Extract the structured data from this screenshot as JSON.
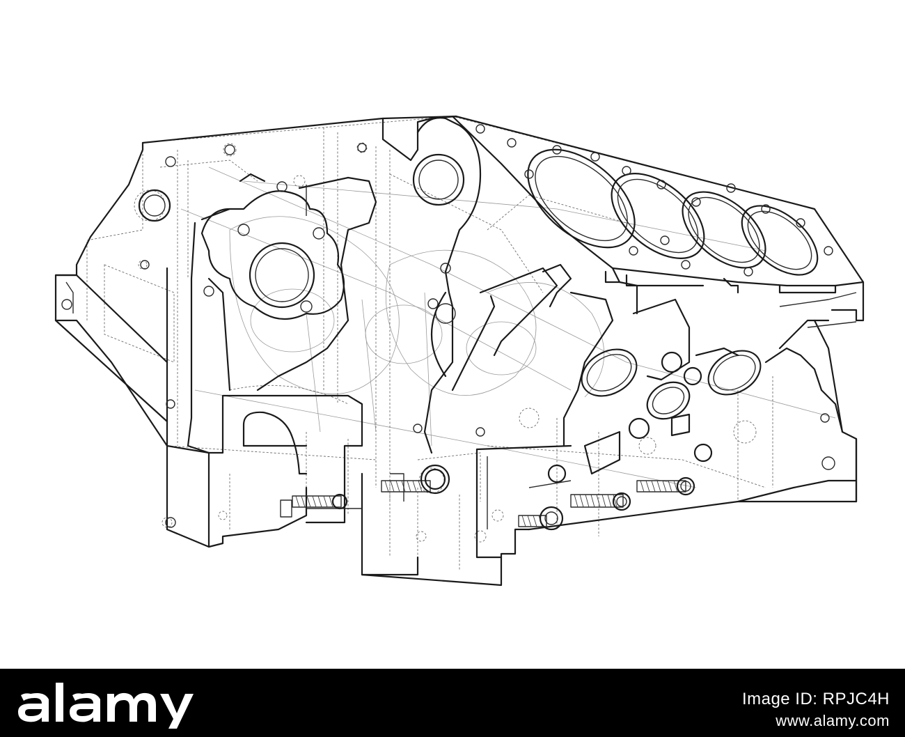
{
  "watermark": {
    "logo_text": "alamy",
    "image_id": "Image ID: RPJC4H",
    "site_url": "www.alamy.com"
  },
  "colors": {
    "line": "#1a1a1a",
    "hidden_line": "#6b6b6b",
    "background": "#ffffff",
    "bar": "#000000",
    "bar_text": "#ffffff"
  }
}
